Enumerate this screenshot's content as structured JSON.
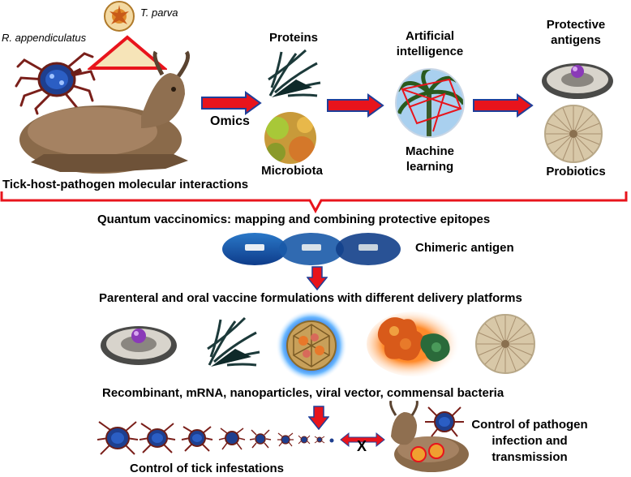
{
  "top": {
    "tick_species": "R. appendiculatus",
    "pathogen_species": "T. parva",
    "omics": "Omics",
    "proteins": "Proteins",
    "microbiota": "Microbiota",
    "ai_line1": "Artificial",
    "ai_line2": "intelligence",
    "ml_line1": "Machine",
    "ml_line2": "learning",
    "protective_line1": "Protective",
    "protective_line2": "antigens",
    "probiotics": "Probiotics",
    "interactions": "Tick-host-pathogen molecular interactions"
  },
  "middle": {
    "quantum": "Quantum vaccinomics: mapping and combining protective epitopes",
    "chimeric": "Chimeric antigen",
    "formulations": "Parenteral and oral vaccine formulations with different delivery platforms",
    "platforms": "Recombinant, mRNA, nanoparticles, viral vector, commensal bacteria"
  },
  "bottom": {
    "x_mark": "X",
    "control_ticks": "Control of tick infestations",
    "control_pathogen_1": "Control of pathogen",
    "control_pathogen_2": "infection and",
    "control_pathogen_3": "transmission"
  },
  "colors": {
    "arrow_red": "#e8141c",
    "arrow_blue": "#1f3f9a",
    "bracket_red": "#e8141c"
  }
}
